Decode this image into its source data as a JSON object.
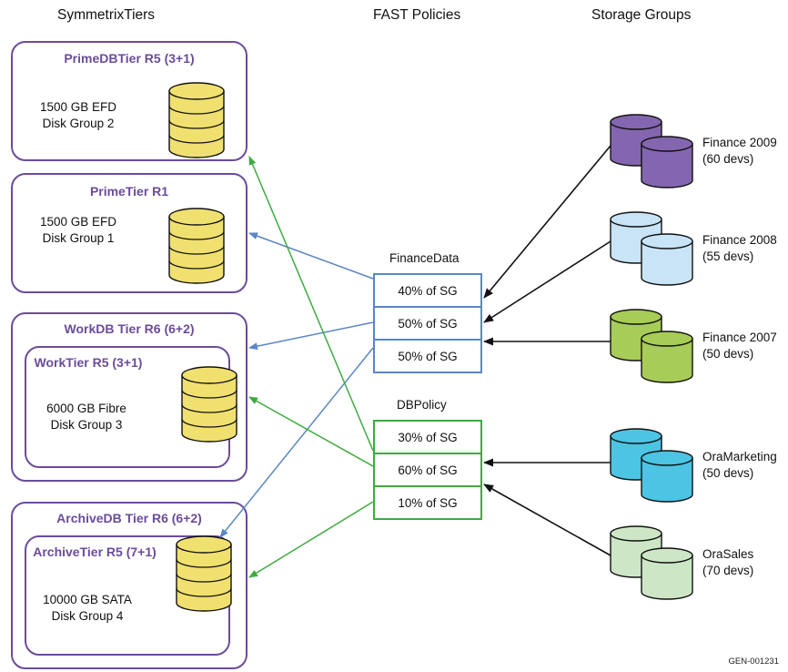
{
  "headers": {
    "tiers": "SymmetrixTiers",
    "policies": "FAST Policies",
    "groups": "Storage Groups"
  },
  "tiers": [
    {
      "title": "PrimeDBTier R5 (3+1)",
      "line1": "1500 GB EFD",
      "line2": "Disk Group 2"
    },
    {
      "title": "PrimeTier R1",
      "line1": "1500 GB EFD",
      "line2": "Disk Group 1"
    },
    {
      "title": "WorkDB Tier R6 (6+2)",
      "inner_title": "WorkTier R5 (3+1)",
      "line1": "6000 GB Fibre",
      "line2": "Disk Group 3"
    },
    {
      "title": "ArchiveDB Tier R6 (6+2)",
      "inner_title": "ArchiveTier R5 (7+1)",
      "line1": "10000 GB SATA",
      "line2": "Disk Group 4"
    }
  ],
  "policies": [
    {
      "name": "FinanceData",
      "color": "#5b86c4",
      "rows": [
        "40% of SG",
        "50% of SG",
        "50% of SG"
      ]
    },
    {
      "name": "DBPolicy",
      "color": "#3faa3f",
      "rows": [
        "30% of SG",
        "60% of SG",
        "10% of SG"
      ]
    }
  ],
  "storage_groups": [
    {
      "name": "Finance 2009",
      "devs": "(60 devs)",
      "color": "#8466b0"
    },
    {
      "name": "Finance 2008",
      "devs": "(55 devs)",
      "color": "#c8e4f6"
    },
    {
      "name": "Finance 2007",
      "devs": "(50 devs)",
      "color": "#a8cc58"
    },
    {
      "name": "OraMarketing",
      "devs": "(50 devs)",
      "color": "#4cc4e4"
    },
    {
      "name": "OraSales",
      "devs": "(70 devs)",
      "color": "#cde6c6"
    }
  ],
  "colors": {
    "tier_border": "#6b4c9a",
    "disk_fill": "#f0e070",
    "blue_arrow": "#5b86c4",
    "green_arrow": "#3faa3f",
    "black_arrow": "#111111"
  },
  "footer": "GEN-001231"
}
